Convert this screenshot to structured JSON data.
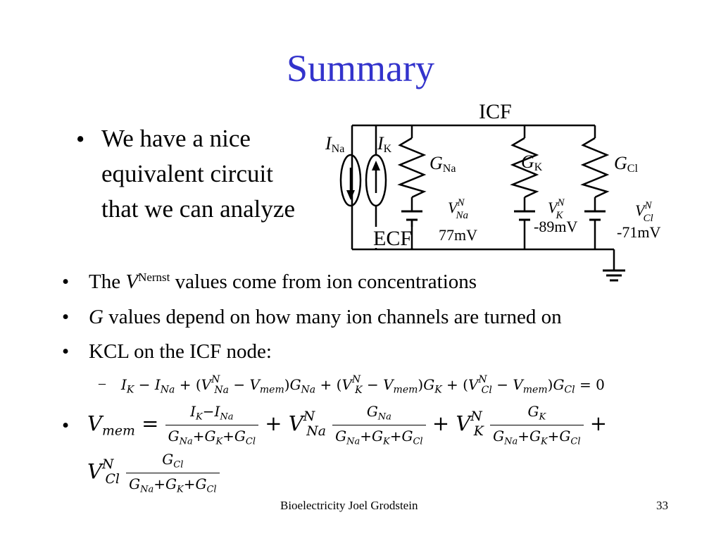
{
  "slide": {
    "title": "Summary",
    "footer": "Bioelectricity Joel Grodstein",
    "page_number": "33"
  },
  "bullets": {
    "b1_lines": [
      "We have a nice",
      "equivalent circuit",
      "that we can analyze"
    ],
    "b2_pre": "The ",
    "b2_v": "V",
    "b2_sup": "Nernst",
    "b2_post": " values come from ion concentrations",
    "b3_g": "G",
    "b3_text": " values depend on how many ion channels are turned on",
    "b4": "KCL on the ICF node:"
  },
  "circuit": {
    "icf_label": "ICF",
    "ecf_label": "ECF",
    "i_na": "I",
    "i_na_sub": "Na",
    "i_k": "I",
    "i_k_sub": "K",
    "g_na": "G",
    "g_na_sub": "Na",
    "g_k": "G",
    "g_k_sub": "K",
    "g_cl": "G",
    "g_cl_sub": "Cl",
    "v": "V",
    "n": "N",
    "v_na_sub": "Na",
    "v_k_sub": "K",
    "v_cl_sub": "Cl",
    "v_na_value": "77mV",
    "v_k_value": "-89mV",
    "v_cl_value": "-71mV"
  },
  "colors": {
    "title": "#3333cc",
    "ink": "#000000"
  }
}
